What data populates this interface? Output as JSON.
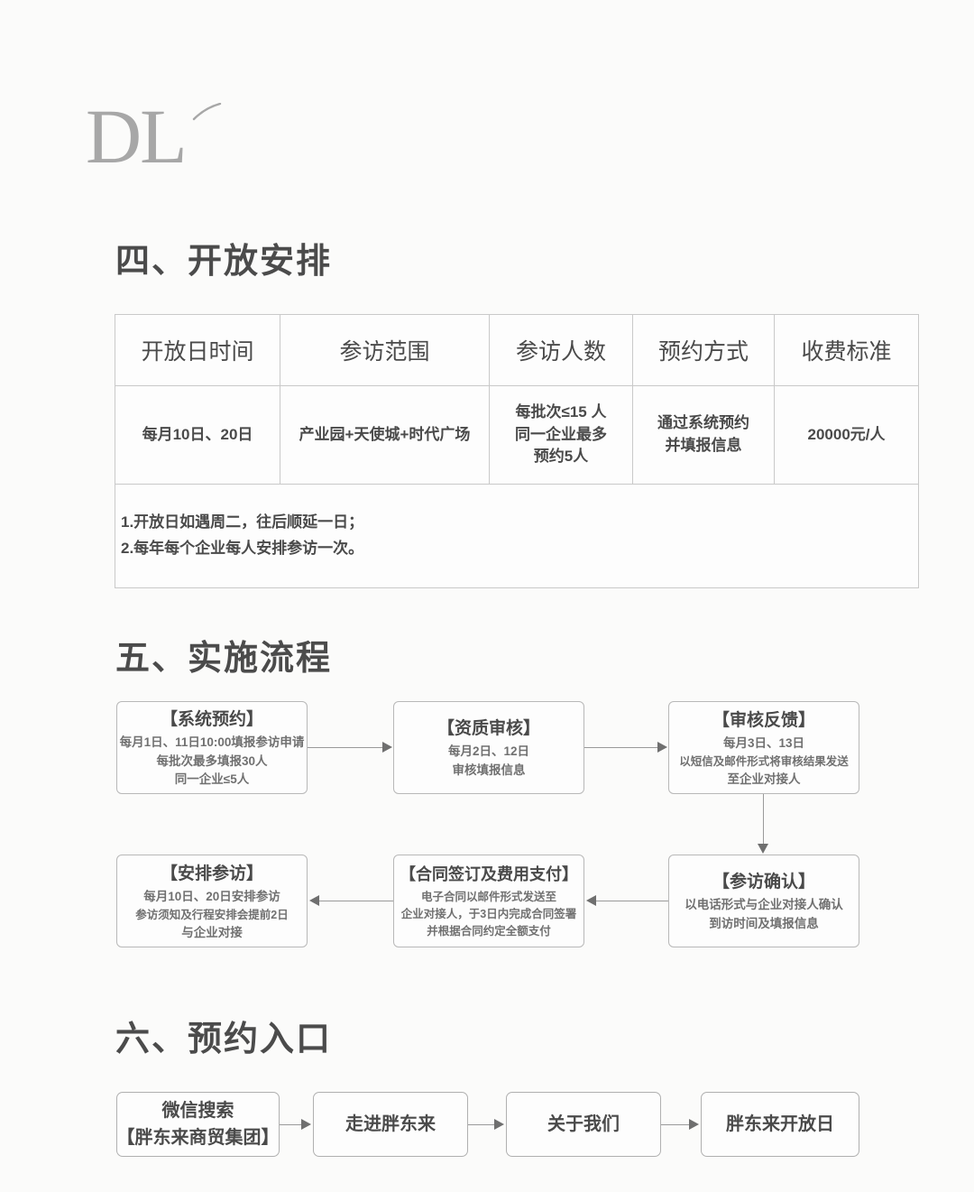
{
  "logo": {
    "text": "DL",
    "accent_icon": "acute-accent-mark"
  },
  "sections": {
    "schedule": {
      "heading": "四、开放安排",
      "table": {
        "headers": [
          "开放日时间",
          "参访范围",
          "参访人数",
          "预约方式",
          "收费标准"
        ],
        "rows": [
          {
            "date": "每月10日、20日",
            "scope": "产业园+天使城+时代广场",
            "capacity_lines": [
              "每批次≤15 人",
              "同一企业最多",
              "预约5人"
            ],
            "booking_lines": [
              "通过系统预约",
              "并填报信息"
            ],
            "fee": "20000元/人"
          }
        ],
        "notes": [
          "1.开放日如遇周二，往后顺延一日；",
          "2.每年每个企业每人安排参访一次。"
        ]
      }
    },
    "process": {
      "heading": "五、实施流程",
      "steps": [
        {
          "title": "【系统预约】",
          "lines": [
            "每月1日、11日10:00填报参访申请",
            "每批次最多填报30人",
            "同一企业≤5人"
          ]
        },
        {
          "title": "【资质审核】",
          "lines": [
            "每月2日、12日",
            "审核填报信息"
          ]
        },
        {
          "title": "【审核反馈】",
          "lines": [
            "每月3日、13日",
            "以短信及邮件形式将审核结果发送",
            "至企业对接人"
          ]
        },
        {
          "title": "【参访确认】",
          "lines": [
            "以电话形式与企业对接人确认",
            "到访时间及填报信息"
          ]
        },
        {
          "title": "【合同签订及费用支付】",
          "lines": [
            "电子合同以邮件形式发送至",
            "企业对接人，于3日内完成合同签署",
            "并根据合同约定全额支付"
          ]
        },
        {
          "title": "【安排参访】",
          "lines": [
            "每月10日、20日安排参访",
            "参访须知及行程安排会提前2日",
            "与企业对接"
          ]
        }
      ]
    },
    "entry": {
      "heading": "六、预约入口",
      "steps": [
        {
          "lines": [
            "微信搜索",
            "【胖东来商贸集团】"
          ]
        },
        {
          "lines": [
            "走进胖东来"
          ]
        },
        {
          "lines": [
            "关于我们"
          ]
        },
        {
          "lines": [
            "胖东来开放日"
          ]
        }
      ]
    }
  },
  "colors": {
    "background": "#fbfbfa",
    "text": "#4a4a4a",
    "muted_text": "#707070",
    "border": "#c9c9c9",
    "logo": "#a7a7a7"
  }
}
